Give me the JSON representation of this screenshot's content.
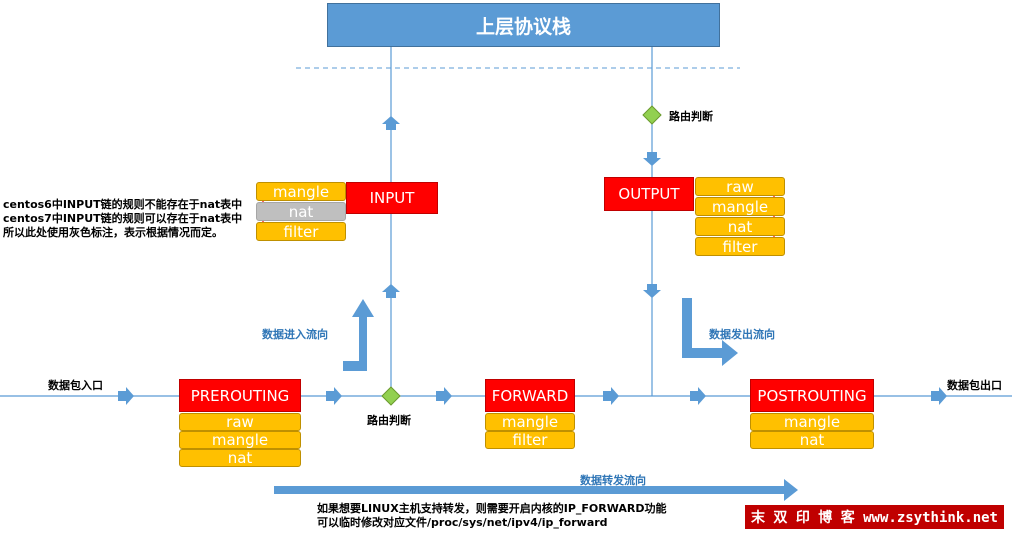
{
  "top_stack": "上层协议栈",
  "route_decision_top": "路由判断",
  "route_decision_mid": "路由判断",
  "input_chain": {
    "name": "INPUT",
    "tables": [
      "mangle",
      "nat",
      "filter"
    ]
  },
  "output_chain": {
    "name": "OUTPUT",
    "tables": [
      "raw",
      "mangle",
      "nat",
      "filter"
    ]
  },
  "prerouting_chain": {
    "name": "PREROUTING",
    "tables": [
      "raw",
      "mangle",
      "nat"
    ]
  },
  "forward_chain": {
    "name": "FORWARD",
    "tables": [
      "mangle",
      "filter"
    ]
  },
  "postrouting_chain": {
    "name": "POSTROUTING",
    "tables": [
      "mangle",
      "nat"
    ]
  },
  "input_note": [
    "centos6中INPUT链的规则不能存在于nat表中",
    "centos7中INPUT链的规则可以存在于nat表中",
    "所以此处使用灰色标注，表示根据情况而定。"
  ],
  "data_in_flow": "数据进入流向",
  "data_out_flow": "数据发出流向",
  "packet_entry": "数据包入口",
  "packet_exit": "数据包出口",
  "forward_flow": "数据转发流向",
  "forward_note": [
    "如果想要LINUX主机支持转发，则需要开启内核的IP_FORWARD功能",
    "可以临时修改对应文件/proc/sys/net/ipv4/ip_forward"
  ],
  "watermark": "末 双 印 博 客 www.zsythink.net",
  "colors": {
    "blue": "#5b9bd5",
    "red": "#ff0000",
    "orange": "#ffc000",
    "gray": "#bfbfbf",
    "green": "#92d050",
    "arrow_red": "#ff0000"
  }
}
